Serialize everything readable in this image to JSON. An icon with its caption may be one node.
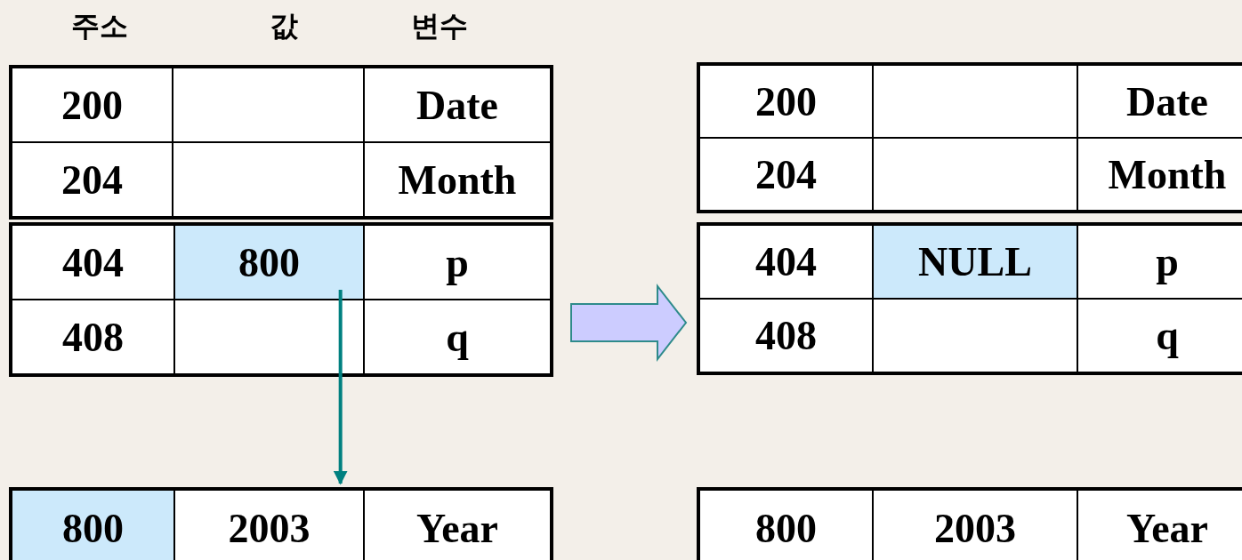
{
  "diagram": {
    "nodes": [
      {
        "text": [],
        "shape": "box"
      },
      {
        "text": [
          "200"
        ],
        "in": 0
      },
      {
        "text": [
          "Date"
        ],
        "in": 0
      },
      {
        "text": [
          "204"
        ],
        "in": 0
      },
      {
        "text": [
          "Month"
        ],
        "in": 0
      },
      {
        "text": [],
        "shape": "box"
      },
      {
        "text": [
          "404"
        ],
        "in": 5
      },
      {
        "text": [
          "800"
        ],
        "in": 5
      },
      {
        "text": [
          "p"
        ],
        "in": 5
      },
      {
        "text": [
          "408"
        ],
        "in": 5
      },
      {
        "text": [
          "q"
        ],
        "in": 5
      },
      {
        "text": [],
        "shape": "box"
      },
      {
        "text": [
          "800"
        ],
        "in": 11
      },
      {
        "text": [
          "2003"
        ],
        "in": 11
      },
      {
        "text": [
          "Year"
        ],
        "in": 11
      },
      {
        "text": [],
        "shape": "box"
      },
      {
        "text": [
          "200"
        ],
        "in": 15
      },
      {
        "text": [
          "Date"
        ],
        "in": 15
      },
      {
        "text": [
          "204"
        ],
        "in": 15
      },
      {
        "text": [
          "Month"
        ],
        "in": 15
      },
      {
        "text": [],
        "shape": "box"
      },
      {
        "text": [
          "404"
        ],
        "in": 20
      },
      {
        "text": [
          "NULL"
        ],
        "in": 20
      },
      {
        "text": [
          "p"
        ],
        "in": 20
      },
      {
        "text": [
          "408"
        ],
        "in": 20
      },
      {
        "text": [
          "q"
        ],
        "in": 20
      },
      {
        "text": [],
        "shape": "box"
      },
      {
        "text": [
          "800"
        ],
        "in": 26
      },
      {
        "text": [
          "2003"
        ],
        "in": 26
      },
      {
        "text": [
          "Year"
        ],
        "in": 26
      }
    ],
    "edges": [
      {
        "from": 7,
        "to": 13,
        "arrow": "to",
        "color": "#008080"
      },
      {
        "from": 5,
        "to": 20,
        "arrow": "to",
        "style": "thick"
      }
    ],
    "labels": [
      "주소",
      "값",
      "변수"
    ]
  }
}
